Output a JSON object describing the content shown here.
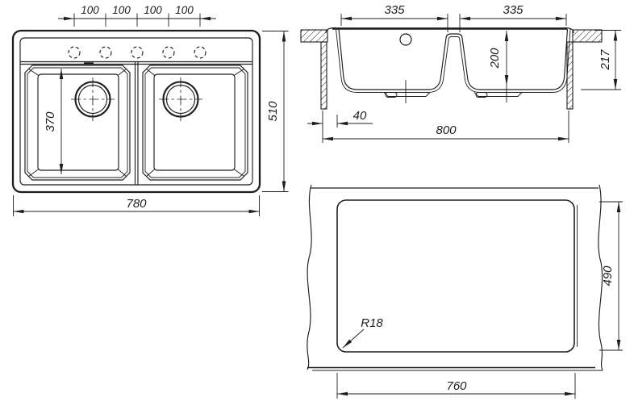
{
  "drawing_type": "kitchen-sink-technical-drawing",
  "colors": {
    "line": "#1d1d1d",
    "background": "#ffffff"
  },
  "top_view": {
    "hole_spacing": [
      "100",
      "100",
      "100",
      "100"
    ],
    "bowl_length": "370",
    "overall_width": "780",
    "overall_depth": "510"
  },
  "section_view": {
    "bowl_width_left": "335",
    "bowl_width_right": "335",
    "bowl_depth": "200",
    "overall_height": "217",
    "edge_offset": "40",
    "overall_width": "800"
  },
  "cutout_view": {
    "corner_radius": "R18",
    "cutout_width": "760",
    "cutout_depth": "490"
  }
}
